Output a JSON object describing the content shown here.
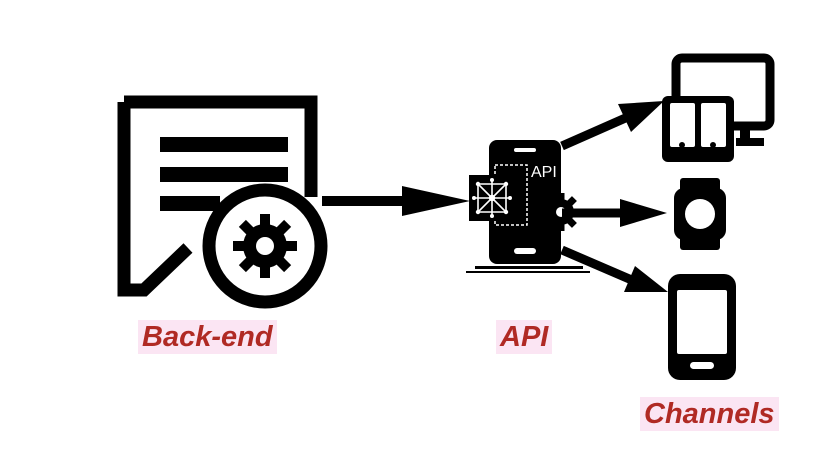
{
  "colors": {
    "ink": "#000000",
    "background": "#ffffff",
    "caption_text": "#b02a24",
    "caption_highlight": "#fbe5f3"
  },
  "nodes": {
    "backend": {
      "caption": "Back-end",
      "icon": "document-gear-icon"
    },
    "api": {
      "caption": "API",
      "icon": "mobile-api-icon",
      "screen_label": "API"
    },
    "channels": {
      "caption": "Channels",
      "items": [
        {
          "icon": "desktop-monitor-icon"
        },
        {
          "icon": "smartwatch-icon"
        },
        {
          "icon": "smartphone-icon"
        }
      ]
    }
  },
  "edges": [
    {
      "from": "backend",
      "to": "api"
    },
    {
      "from": "api",
      "to": "desktop-monitor"
    },
    {
      "from": "api",
      "to": "smartwatch"
    },
    {
      "from": "api",
      "to": "smartphone"
    }
  ]
}
